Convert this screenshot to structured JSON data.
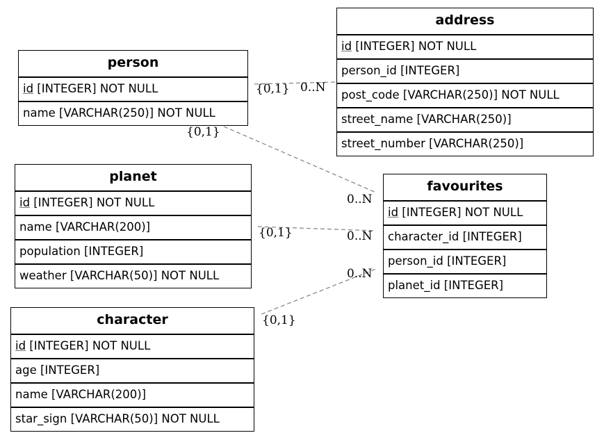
{
  "entities": {
    "address": {
      "title": "address",
      "rows": [
        {
          "pk": "id",
          "rest": " [INTEGER] NOT NULL"
        },
        {
          "pk": "",
          "rest": "person_id [INTEGER]"
        },
        {
          "pk": "",
          "rest": "post_code [VARCHAR(250)] NOT NULL"
        },
        {
          "pk": "",
          "rest": "street_name [VARCHAR(250)]"
        },
        {
          "pk": "",
          "rest": "street_number [VARCHAR(250)]"
        }
      ]
    },
    "person": {
      "title": "person",
      "rows": [
        {
          "pk": "id",
          "rest": " [INTEGER] NOT NULL"
        },
        {
          "pk": "",
          "rest": "name [VARCHAR(250)] NOT NULL"
        }
      ]
    },
    "planet": {
      "title": "planet",
      "rows": [
        {
          "pk": "id",
          "rest": " [INTEGER] NOT NULL"
        },
        {
          "pk": "",
          "rest": "name [VARCHAR(200)]"
        },
        {
          "pk": "",
          "rest": "population [INTEGER]"
        },
        {
          "pk": "",
          "rest": "weather [VARCHAR(50)] NOT NULL"
        }
      ]
    },
    "favourites": {
      "title": "favourites",
      "rows": [
        {
          "pk": "id",
          "rest": " [INTEGER] NOT NULL"
        },
        {
          "pk": "",
          "rest": "character_id [INTEGER]"
        },
        {
          "pk": "",
          "rest": "person_id [INTEGER]"
        },
        {
          "pk": "",
          "rest": "planet_id [INTEGER]"
        }
      ]
    },
    "character": {
      "title": "character",
      "rows": [
        {
          "pk": "id",
          "rest": " [INTEGER] NOT NULL"
        },
        {
          "pk": "",
          "rest": "age [INTEGER]"
        },
        {
          "pk": "",
          "rest": "name [VARCHAR(200)]"
        },
        {
          "pk": "",
          "rest": "star_sign [VARCHAR(50)] NOT NULL"
        }
      ]
    }
  },
  "relations": {
    "person_address": {
      "one": "{0,1}",
      "many": "0..N"
    },
    "person_favourites": {
      "one": "{0,1}",
      "many": "0..N"
    },
    "planet_favourites": {
      "one": "{0,1}",
      "many": "0..N"
    },
    "character_favourites": {
      "one": "{0,1}",
      "many": "0..N"
    }
  },
  "colors": {
    "line": "#808080",
    "border": "#000000"
  }
}
